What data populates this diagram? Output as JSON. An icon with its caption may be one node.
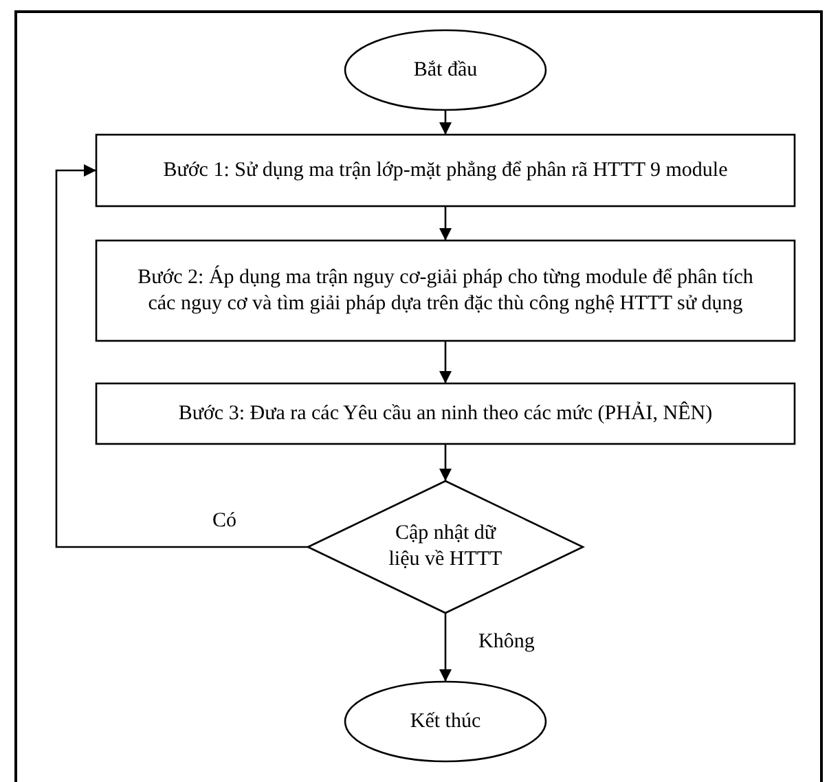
{
  "diagram": {
    "nodes": [
      {
        "text": [
          "Bắt đầu"
        ]
      },
      {
        "text": [
          "Bước 1: Sử dụng ma trận lớp-mặt phẳng để phân rã HTTT 9 module"
        ]
      },
      {
        "text": [
          "Bước 2: Áp dụng ma trận nguy cơ-giải pháp cho từng module để phân tích các nguy cơ và tìm giải pháp dựa trên đặc thù công nghệ HTTT sử dụng"
        ]
      },
      {
        "text": [
          "Bước 3: Đưa ra các Yêu cầu an ninh theo các mức (PHẢI, NÊN)"
        ]
      },
      {
        "text": [
          "Cập nhật dữ liệu về HTTT"
        ]
      },
      {
        "text": [
          "Kết thúc"
        ]
      }
    ],
    "edges": [
      {
        "from": 0,
        "to": 1,
        "arrow": "to"
      },
      {
        "from": 1,
        "to": 2,
        "arrow": "to"
      },
      {
        "from": 2,
        "to": 3,
        "arrow": "to"
      },
      {
        "from": 3,
        "to": 4,
        "arrow": "to"
      },
      {
        "from": 4,
        "to": 1,
        "arrow": "to",
        "label": "Có"
      },
      {
        "from": 4,
        "to": 5,
        "arrow": "to",
        "label": "Không"
      }
    ]
  }
}
